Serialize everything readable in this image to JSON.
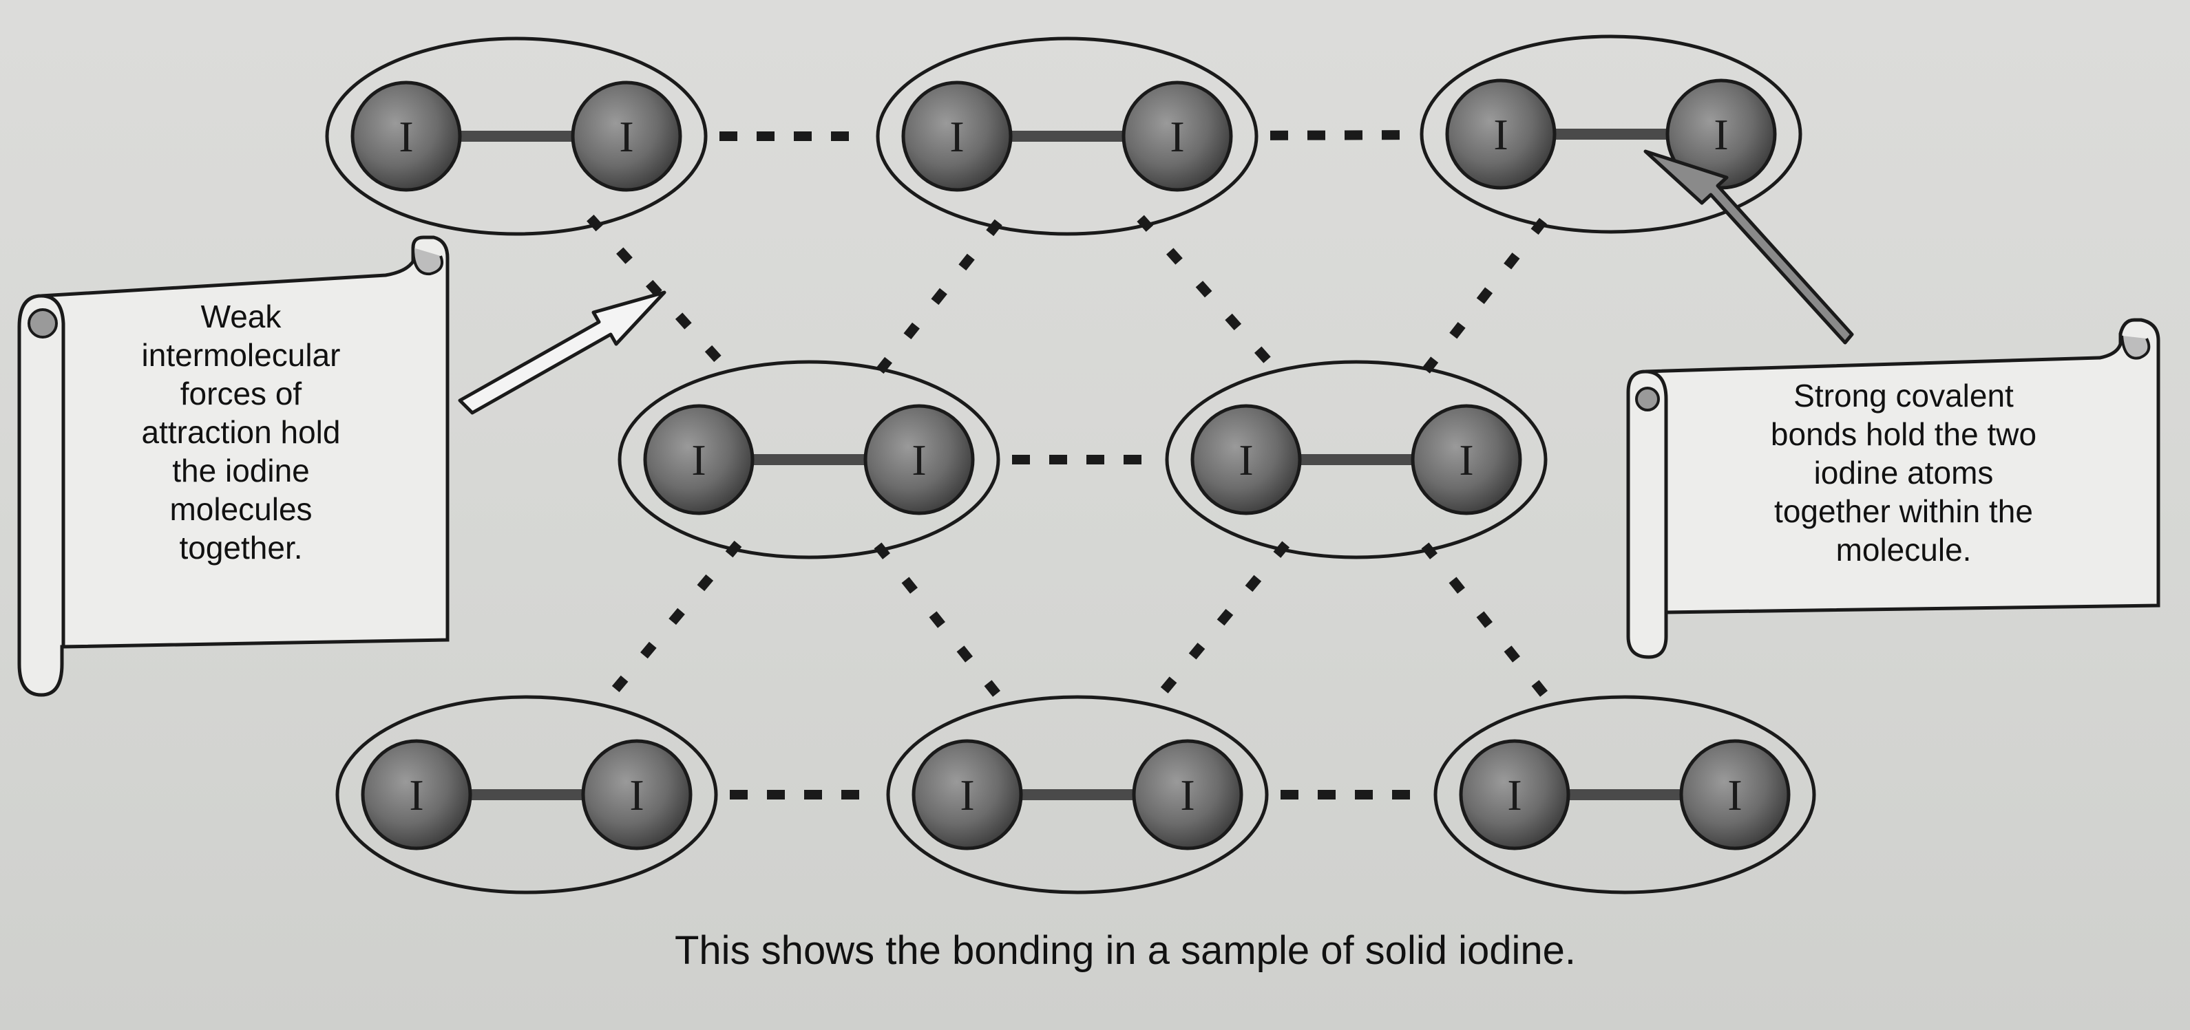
{
  "atom_symbol": "I",
  "left_note": {
    "lines": [
      "Weak",
      "intermolecular",
      "forces of",
      "attraction hold",
      "the iodine",
      "molecules",
      "together."
    ]
  },
  "right_note": {
    "lines": [
      "Strong covalent",
      "bonds hold the two",
      "iodine atoms",
      "together within the",
      "molecule."
    ]
  },
  "caption": "This shows the bonding in a sample of solid iodine.",
  "colors": {
    "background": "#d7d8d5",
    "atom": "#6e6e6e",
    "bond": "#4a4a4a",
    "outline": "#1a1a1a",
    "arrow_left_fill": "#f4f4f4",
    "arrow_right_fill": "#8a8a8a"
  }
}
